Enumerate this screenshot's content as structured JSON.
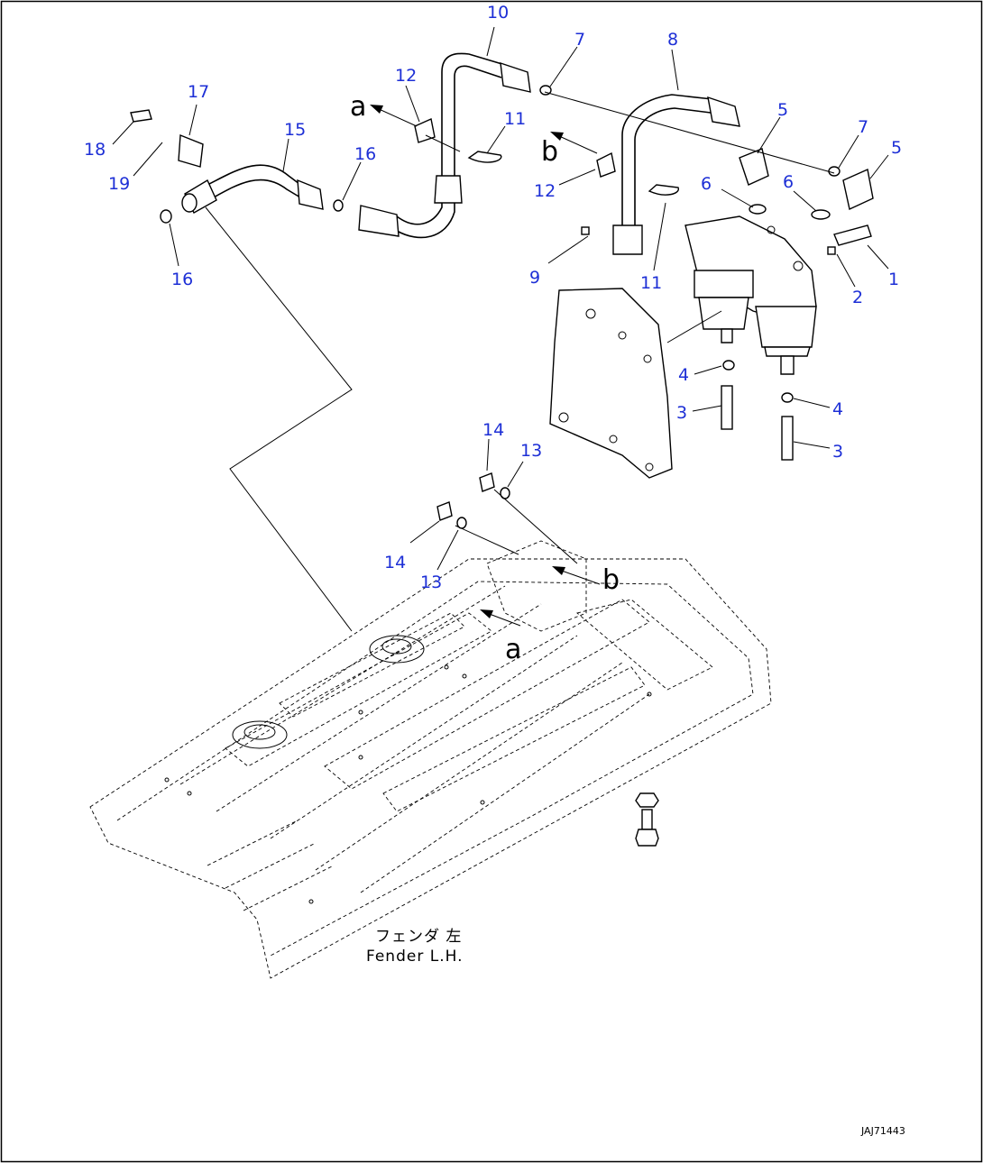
{
  "callouts": [
    {
      "text": "10"
    },
    {
      "text": "7"
    },
    {
      "text": "8"
    },
    {
      "text": "12"
    },
    {
      "text": "17"
    },
    {
      "text": "15"
    },
    {
      "text": "11"
    },
    {
      "text": "5"
    },
    {
      "text": "7"
    },
    {
      "text": "5"
    },
    {
      "text": "18"
    },
    {
      "text": "16"
    },
    {
      "text": "19"
    },
    {
      "text": "6"
    },
    {
      "text": "6"
    },
    {
      "text": "12"
    },
    {
      "text": "16"
    },
    {
      "text": "9"
    },
    {
      "text": "11"
    },
    {
      "text": "1"
    },
    {
      "text": "2"
    },
    {
      "text": "4"
    },
    {
      "text": "3"
    },
    {
      "text": "4"
    },
    {
      "text": "3"
    },
    {
      "text": "14"
    },
    {
      "text": "13"
    },
    {
      "text": "14"
    },
    {
      "text": "13"
    }
  ],
  "view_letters": [
    {
      "text": "a"
    },
    {
      "text": "b"
    },
    {
      "text": "b"
    },
    {
      "text": "a"
    }
  ],
  "caption": {
    "jp": "フェンダ 左",
    "en": "Fender L.H."
  },
  "drawing_code": "JAJ71443"
}
